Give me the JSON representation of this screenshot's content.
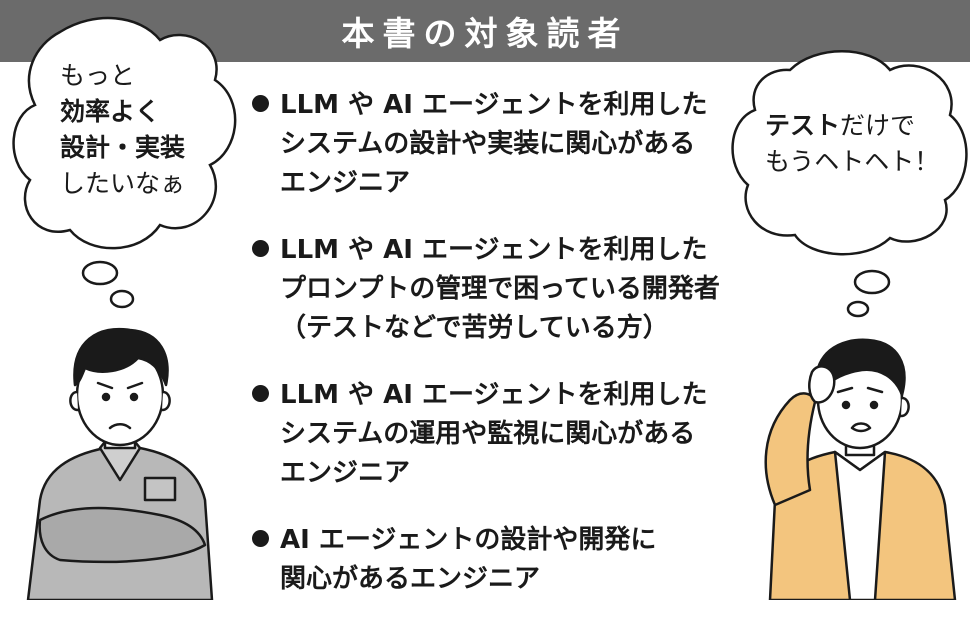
{
  "header": {
    "title": "本書の対象読者"
  },
  "bullets": [
    {
      "lines": [
        "LLM や AI エージェントを利用した",
        "システムの設計や実装に関心がある",
        "エンジニア"
      ]
    },
    {
      "lines": [
        "LLM や AI エージェントを利用した",
        "プロンプトの管理で困っている開発者",
        "（テストなどで苦労している方）"
      ]
    },
    {
      "lines": [
        "LLM や AI エージェントを利用した",
        "システムの運用や監視に関心がある",
        "エンジニア"
      ]
    },
    {
      "lines": [
        "AI エージェントの設計や開発に",
        "関心があるエンジニア"
      ]
    }
  ],
  "left_bubble": {
    "line1": "もっと",
    "line2": "効率よく",
    "line3": "設計・実装",
    "line4": "したいなぁ"
  },
  "right_bubble": {
    "line1_bold": "テスト",
    "line1_rest": "だけで",
    "line2": "もうヘトヘト！"
  },
  "colors": {
    "header_bg": "#6b6b6b",
    "left_person_shirt": "#b8b8b8",
    "right_person_jacket": "#f3c57e"
  }
}
